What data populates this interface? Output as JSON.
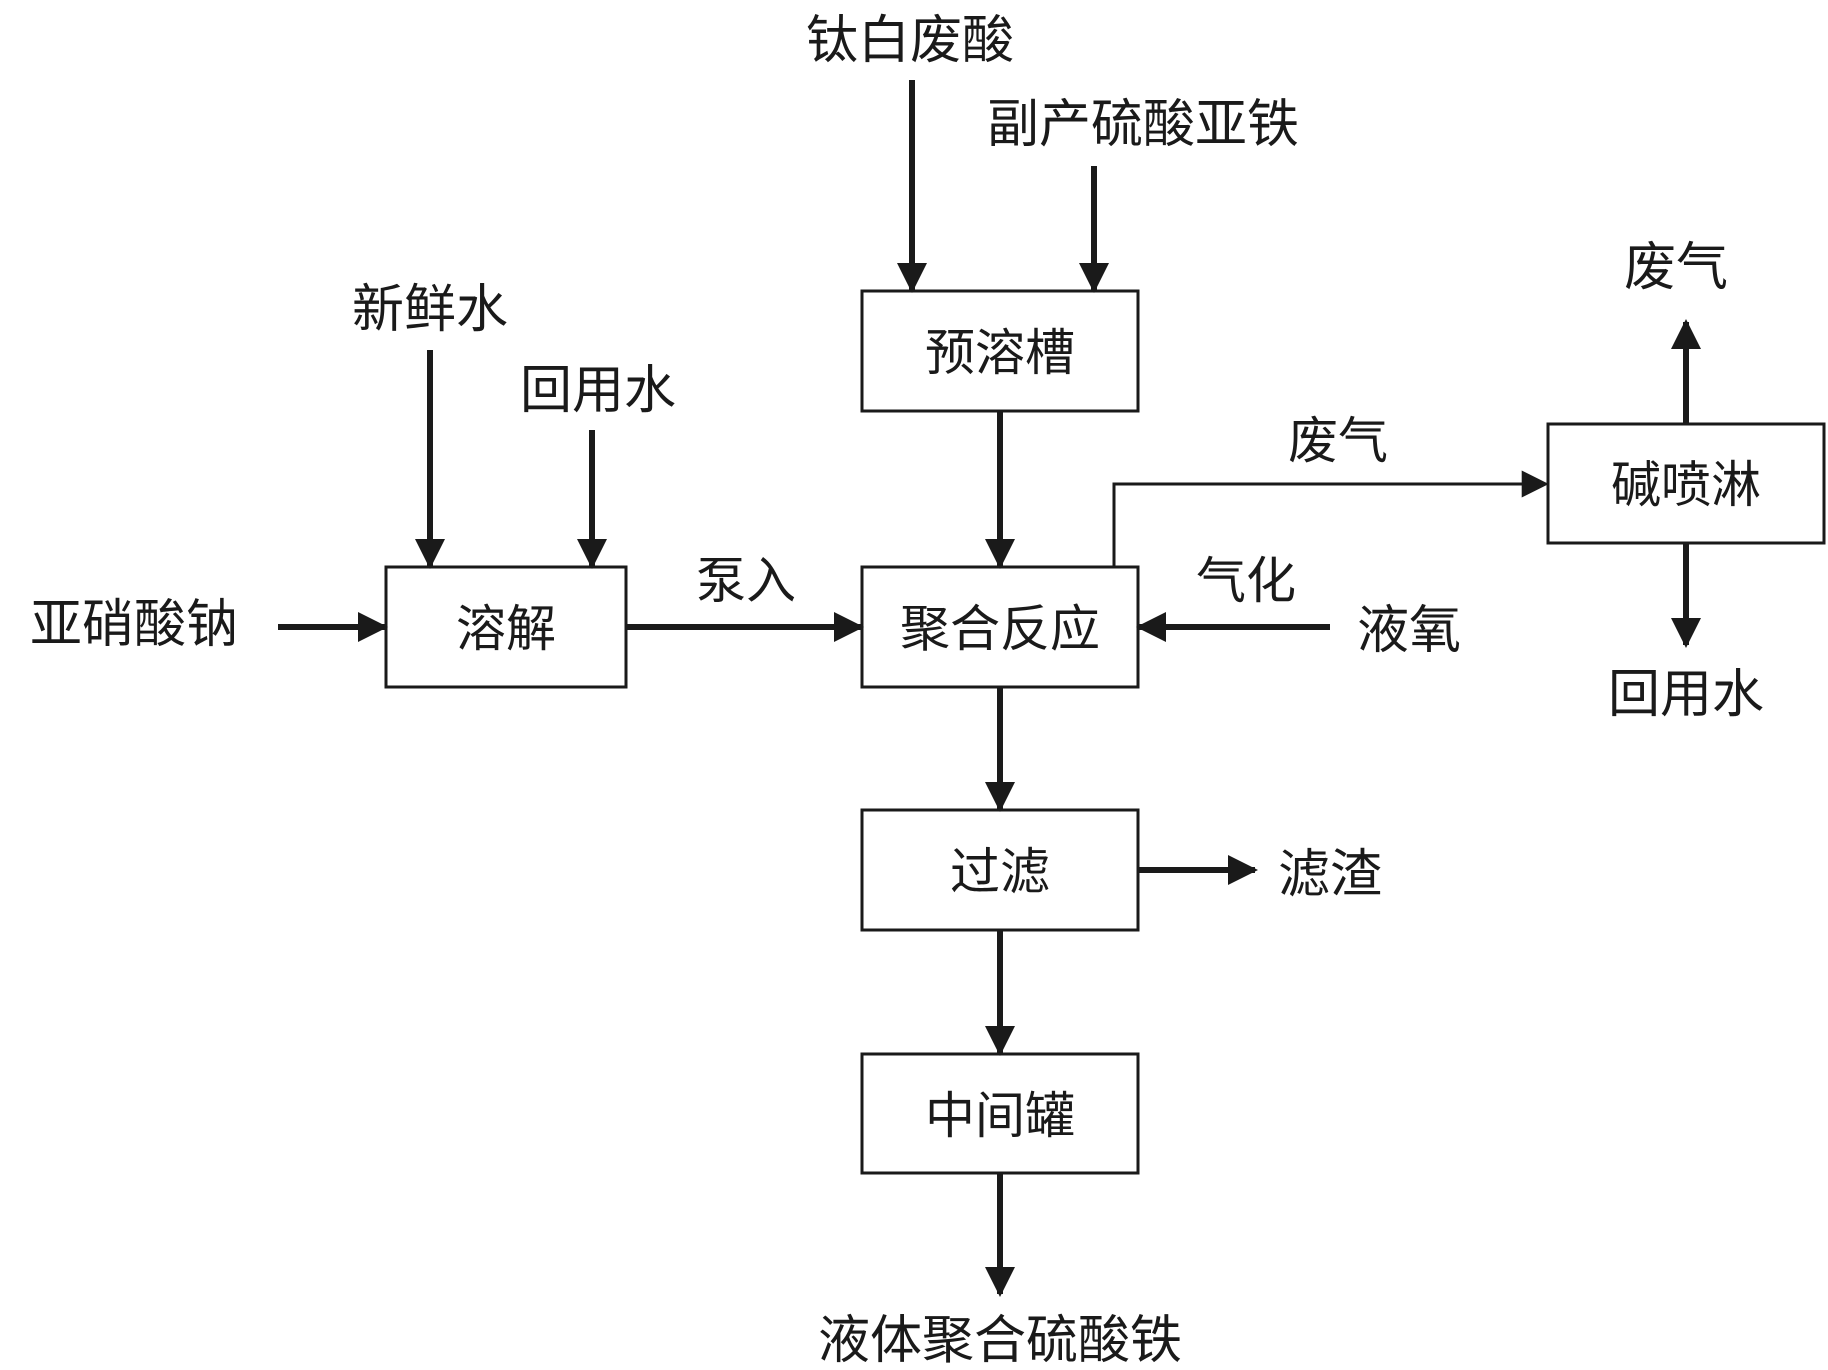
{
  "diagram": {
    "boxes": {
      "prediss": "预溶槽",
      "dissolve": "溶解",
      "reaction": "聚合反应",
      "scrubber": "碱喷淋",
      "filter": "过滤",
      "tank": "中间罐"
    },
    "inputs": {
      "titanium_acid": "钛白废酸",
      "ferrous_sulfate": "副产硫酸亚铁",
      "fresh_water": "新鲜水",
      "recycled_water_1": "回用水",
      "sodium_nitrite": "亚硝酸钠",
      "liquid_oxygen": "液氧"
    },
    "outputs": {
      "exhaust_top": "废气",
      "recycled_water_2": "回用水",
      "filter_residue": "滤渣",
      "product": "液体聚合硫酸铁"
    },
    "edge_labels": {
      "pump_in": "泵入",
      "exhaust": "废气",
      "gasify": "气化"
    },
    "colors": {
      "line": "#1a1a1a",
      "background": "#ffffff"
    }
  }
}
